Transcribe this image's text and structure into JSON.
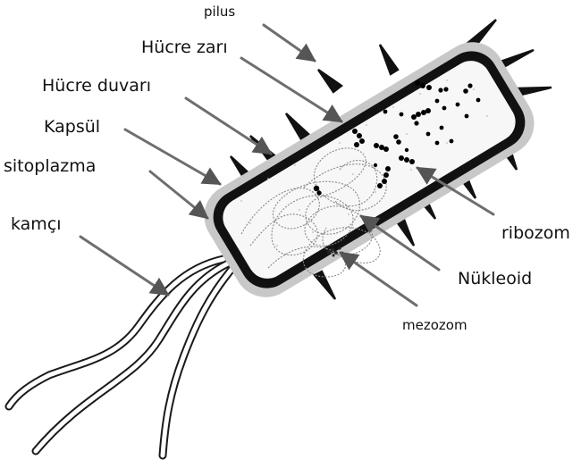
{
  "labels": {
    "pilus": "pilus",
    "cell_membrane": "Hücre zarı",
    "cell_wall": "Hücre duvarı",
    "capsule": "Kapsül",
    "cytoplasm": "sitoplazma",
    "flagellum": "kamçı",
    "ribosome": "ribozom",
    "nucleoid": "Nükleoid",
    "mesosome": "mezozom"
  },
  "colors": {
    "capsule": "#c8c8c8",
    "wall": "#111111",
    "cytoplasm": "#f7f7f7",
    "leader": "#6e6e6e"
  }
}
